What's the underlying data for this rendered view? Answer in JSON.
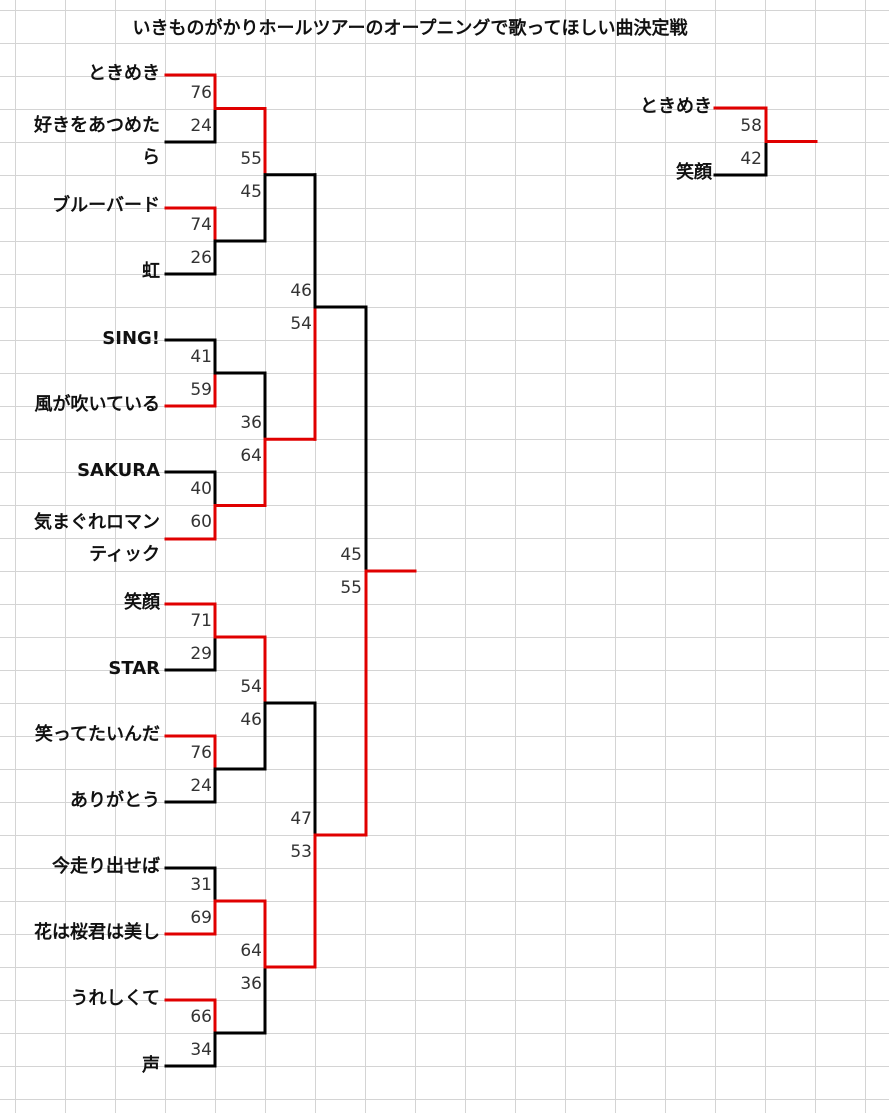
{
  "title": "いきものがかりホールツアーのオープニングで歌ってほしい曲決定戦",
  "colors": {
    "winner_line": "#e00000",
    "loser_line": "#000000",
    "grid": "#d4d4d4"
  },
  "songs": [
    "ときめき",
    "好きをあつめたら",
    "ブルーバード",
    "虹",
    "SING!",
    "風が吹いている",
    "SAKURA",
    "気まぐれロマンティック",
    "笑顔",
    "STAR",
    "笑ってたいんだ",
    "ありがとう",
    "今走り出せば",
    "花は桜君は美し",
    "うれしくて",
    "声"
  ],
  "round1_scores": [
    [
      76,
      24
    ],
    [
      74,
      26
    ],
    [
      41,
      59
    ],
    [
      40,
      60
    ],
    [
      71,
      29
    ],
    [
      76,
      24
    ],
    [
      31,
      69
    ],
    [
      66,
      34
    ]
  ],
  "round2_scores": [
    [
      55,
      45
    ],
    [
      36,
      64
    ],
    [
      54,
      46
    ],
    [
      64,
      36
    ]
  ],
  "semifinal_scores": [
    [
      46,
      54
    ],
    [
      47,
      53
    ]
  ],
  "block_final_scores": [
    [
      45,
      55
    ]
  ],
  "final": {
    "top_song": "ときめき",
    "bottom_song": "笑顔",
    "scores": [
      58,
      42
    ]
  }
}
